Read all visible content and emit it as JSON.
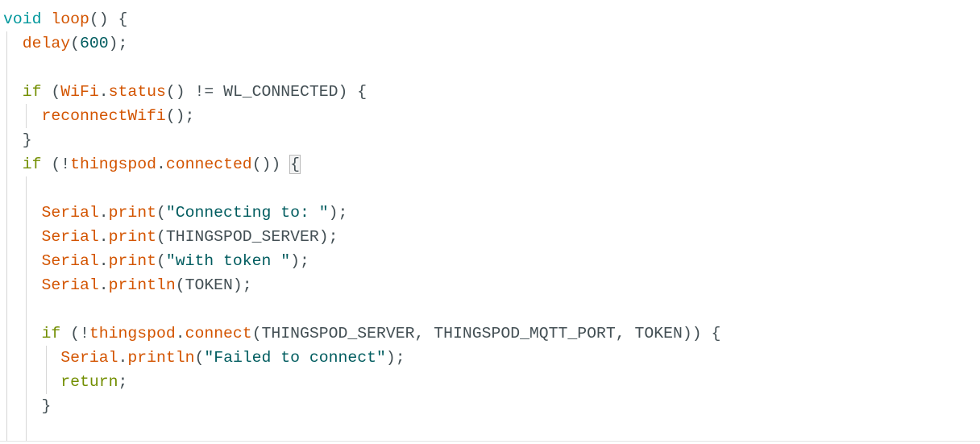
{
  "editor": {
    "lines": [
      [
        [
          "void",
          "kwtype"
        ],
        [
          " ",
          "plain"
        ],
        [
          "loop",
          "fn"
        ],
        [
          "() {",
          "plain"
        ]
      ],
      [
        [
          "  ",
          "plain"
        ],
        [
          "delay",
          "fn"
        ],
        [
          "(",
          "plain"
        ],
        [
          "600",
          "num"
        ],
        [
          ");",
          "plain"
        ]
      ],
      [],
      [
        [
          "  ",
          "plain"
        ],
        [
          "if",
          "kw"
        ],
        [
          " (",
          "plain"
        ],
        [
          "WiFi",
          "fn"
        ],
        [
          ".",
          "plain"
        ],
        [
          "status",
          "fn"
        ],
        [
          "() != WL_CONNECTED) {",
          "plain"
        ]
      ],
      [
        [
          "    ",
          "plain"
        ],
        [
          "reconnectWifi",
          "fn"
        ],
        [
          "();",
          "plain"
        ]
      ],
      [
        [
          "  }",
          "plain"
        ]
      ],
      [
        [
          "  ",
          "plain"
        ],
        [
          "if",
          "kw"
        ],
        [
          " (!",
          "plain"
        ],
        [
          "thingspod",
          "fn"
        ],
        [
          ".",
          "plain"
        ],
        [
          "connected",
          "fn"
        ],
        [
          "()) ",
          "plain"
        ],
        [
          "{",
          "match"
        ]
      ],
      [],
      [
        [
          "    ",
          "plain"
        ],
        [
          "Serial",
          "fn"
        ],
        [
          ".",
          "plain"
        ],
        [
          "print",
          "fn"
        ],
        [
          "(",
          "plain"
        ],
        [
          "\"Connecting to: \"",
          "str"
        ],
        [
          ");",
          "plain"
        ]
      ],
      [
        [
          "    ",
          "plain"
        ],
        [
          "Serial",
          "fn"
        ],
        [
          ".",
          "plain"
        ],
        [
          "print",
          "fn"
        ],
        [
          "(THINGSPOD_SERVER);",
          "plain"
        ]
      ],
      [
        [
          "    ",
          "plain"
        ],
        [
          "Serial",
          "fn"
        ],
        [
          ".",
          "plain"
        ],
        [
          "print",
          "fn"
        ],
        [
          "(",
          "plain"
        ],
        [
          "\"with token \"",
          "str"
        ],
        [
          ");",
          "plain"
        ]
      ],
      [
        [
          "    ",
          "plain"
        ],
        [
          "Serial",
          "fn"
        ],
        [
          ".",
          "plain"
        ],
        [
          "println",
          "fn"
        ],
        [
          "(TOKEN);",
          "plain"
        ]
      ],
      [],
      [
        [
          "    ",
          "plain"
        ],
        [
          "if",
          "kw"
        ],
        [
          " (!",
          "plain"
        ],
        [
          "thingspod",
          "fn"
        ],
        [
          ".",
          "plain"
        ],
        [
          "connect",
          "fn"
        ],
        [
          "(THINGSPOD_SERVER, THINGSPOD_MQTT_PORT, TOKEN)) {",
          "plain"
        ]
      ],
      [
        [
          "      ",
          "plain"
        ],
        [
          "Serial",
          "fn"
        ],
        [
          ".",
          "plain"
        ],
        [
          "println",
          "fn"
        ],
        [
          "(",
          "plain"
        ],
        [
          "\"Failed to connect\"",
          "str"
        ],
        [
          ");",
          "plain"
        ]
      ],
      [
        [
          "      ",
          "plain"
        ],
        [
          "return",
          "kw"
        ],
        [
          ";",
          "plain"
        ]
      ],
      [
        [
          "    }",
          "plain"
        ]
      ],
      []
    ]
  }
}
